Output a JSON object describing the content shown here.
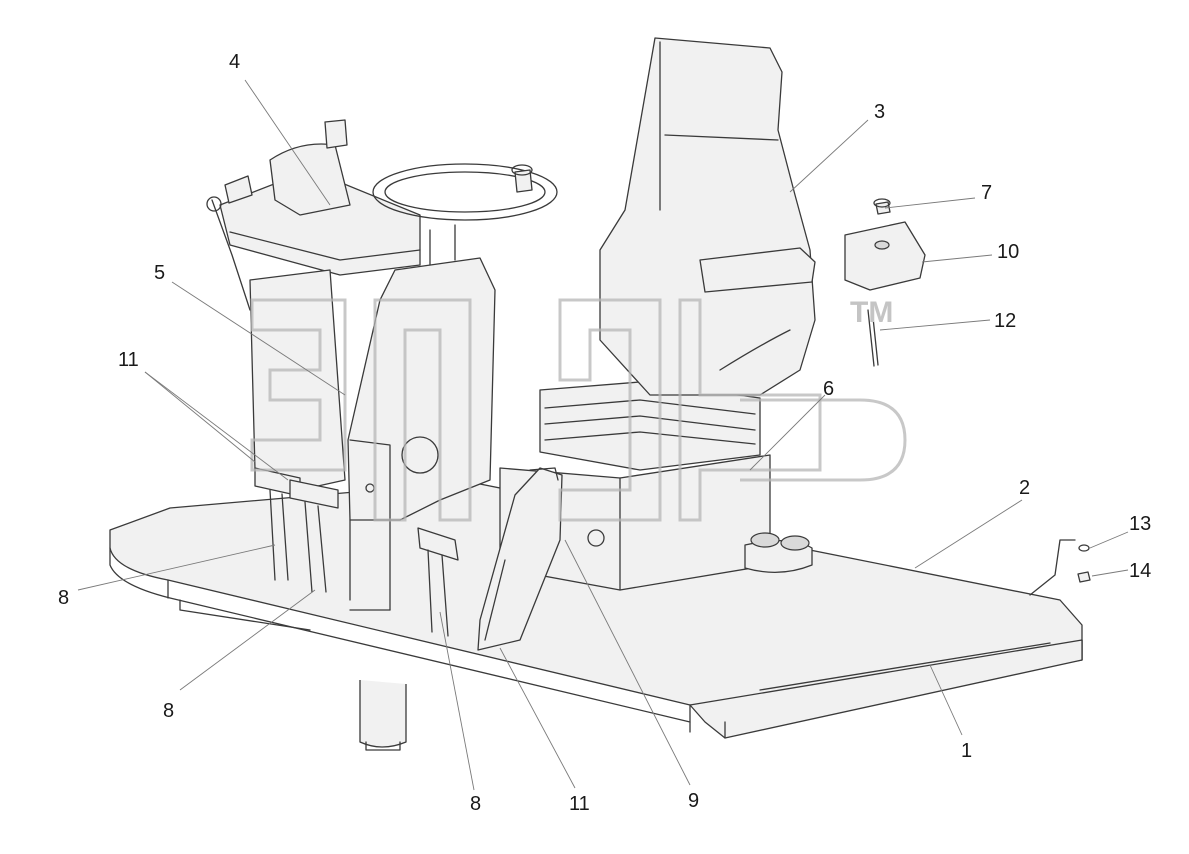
{
  "callouts": [
    {
      "id": "4",
      "label": "4"
    },
    {
      "id": "3",
      "label": "3"
    },
    {
      "id": "7",
      "label": "7"
    },
    {
      "id": "10",
      "label": "10"
    },
    {
      "id": "5",
      "label": "5"
    },
    {
      "id": "12",
      "label": "12"
    },
    {
      "id": "11a",
      "label": "11"
    },
    {
      "id": "6",
      "label": "6"
    },
    {
      "id": "2",
      "label": "2"
    },
    {
      "id": "13",
      "label": "13"
    },
    {
      "id": "14",
      "label": "14"
    },
    {
      "id": "8a",
      "label": "8"
    },
    {
      "id": "8b",
      "label": "8"
    },
    {
      "id": "8c",
      "label": "8"
    },
    {
      "id": "11b",
      "label": "11"
    },
    {
      "id": "9",
      "label": "9"
    },
    {
      "id": "1",
      "label": "1"
    }
  ],
  "watermark": {
    "mark": "TM"
  }
}
